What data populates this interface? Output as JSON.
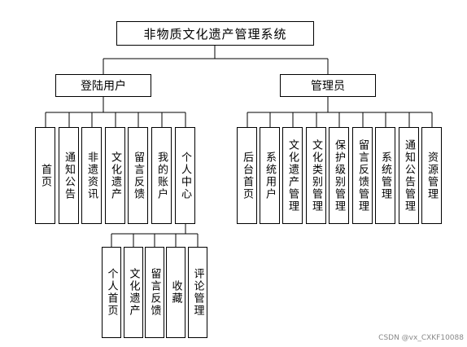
{
  "root": "非物质文化遗产管理系统",
  "branches": [
    {
      "label": "登陆用户",
      "items": [
        "首页",
        "通知公告",
        "非遗资讯",
        "文化遗产",
        "留言反馈",
        "我的账户",
        "个人中心"
      ],
      "sub_parent_index": 6,
      "sub_items": [
        "个人首页",
        "文化遗产",
        "留言反馈",
        "收藏",
        "评论管理"
      ]
    },
    {
      "label": "管理员",
      "items": [
        "后台首页",
        "系统用户",
        "文化遗产管理",
        "文化类别管理",
        "保护级别管理",
        "留言反馈管理",
        "系统管理",
        "通知公告管理",
        "资源管理"
      ]
    }
  ],
  "watermark": "CSDN @vx_CXKF10088"
}
